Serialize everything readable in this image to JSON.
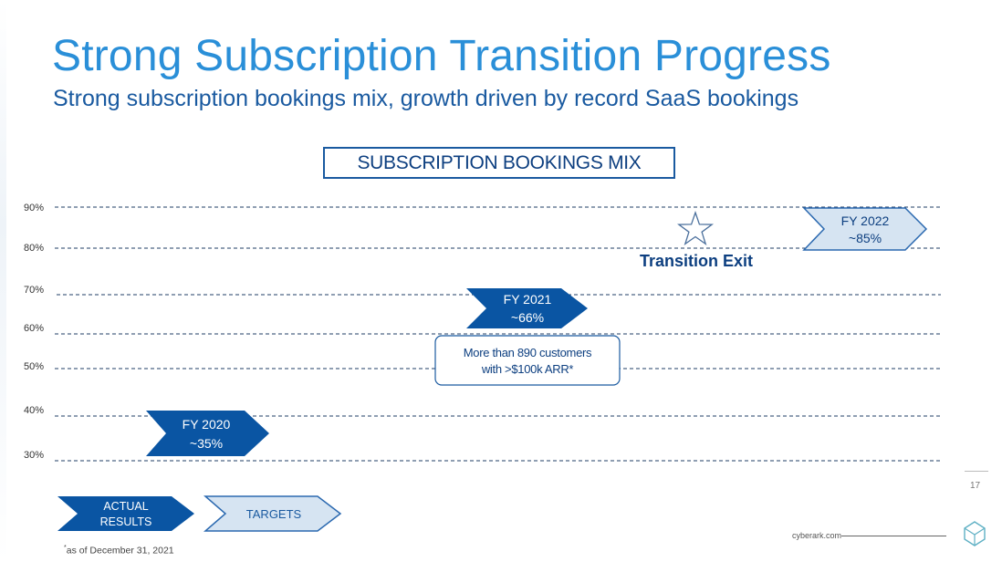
{
  "slide": {
    "title": "Strong Subscription Transition Progress",
    "subtitle": "Strong subscription bookings mix, growth driven by record SaaS bookings",
    "mix_label": "SUBSCRIPTION BOOKINGS MIX",
    "footnote_mark": "*",
    "footnote_text": "as of December 31, 2021",
    "page_number": "17",
    "website": "cyberark.com"
  },
  "colors": {
    "actual": "#0a55a3",
    "target_fill": "#d6e4f2",
    "target_border": "#2b69b0",
    "title": "#2a8fd8",
    "dark_text": "#0d3f80",
    "gridline": "#1f3c66"
  },
  "chart_data": {
    "type": "bar",
    "y_ticks": [
      "30%",
      "40%",
      "50%",
      "60%",
      "70%",
      "80%",
      "90%"
    ],
    "ylim": [
      30,
      90
    ],
    "series": [
      {
        "name": "ACTUAL RESULTS",
        "points": [
          {
            "label": "FY 2020",
            "value_label": "~35%",
            "value": 35
          },
          {
            "label": "FY 2021",
            "value_label": "~66%",
            "value": 66
          }
        ]
      },
      {
        "name": "TARGETS",
        "points": [
          {
            "label": "FY 2022",
            "value_label": "~85%",
            "value": 85
          }
        ]
      }
    ],
    "annotations": [
      {
        "text": "Transition Exit",
        "icon": "star-icon"
      },
      {
        "line1": "More than 890 customers",
        "line2": "with >$100k ARR*"
      }
    ],
    "legend": [
      "ACTUAL RESULTS",
      "TARGETS"
    ]
  }
}
